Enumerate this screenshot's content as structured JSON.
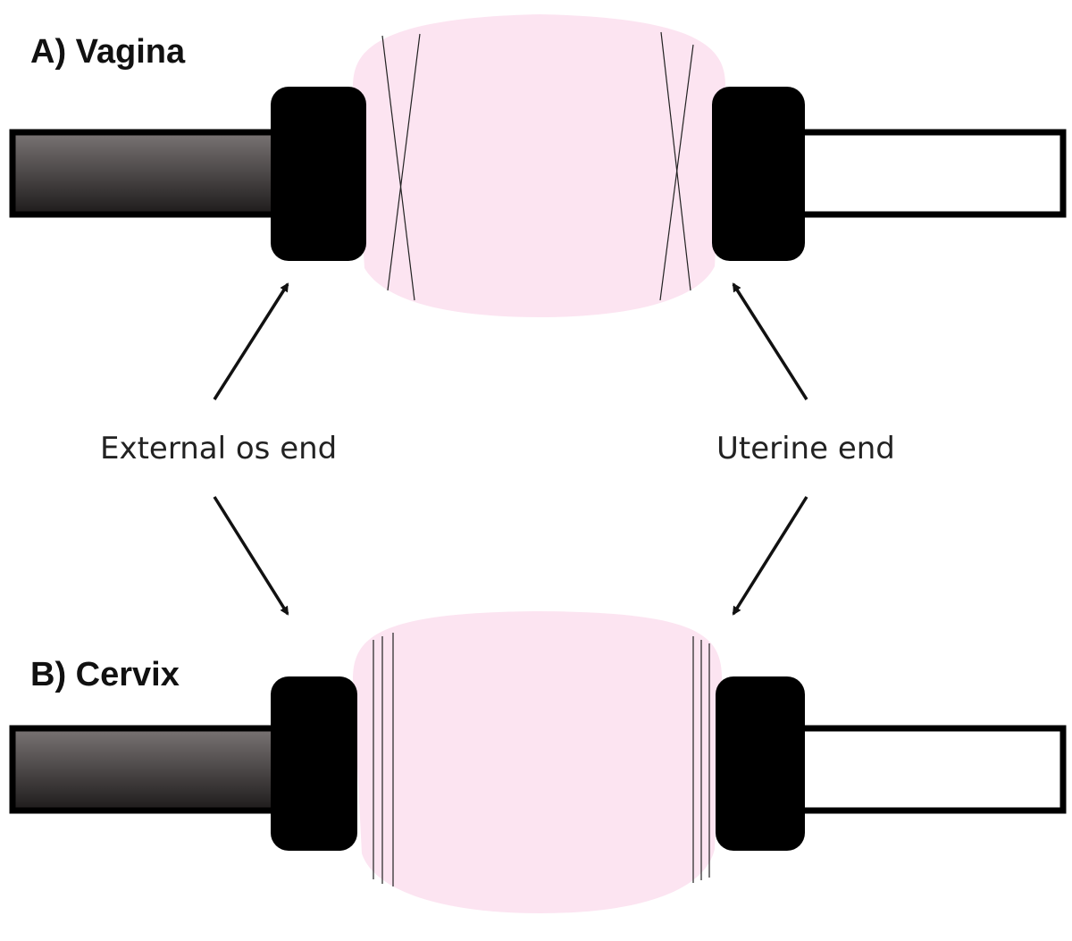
{
  "panels": [
    {
      "label": "A) Vagina"
    },
    {
      "label": "B) Cervix"
    }
  ],
  "annotations": {
    "left_label": "External os end",
    "right_label": "Uterine end"
  },
  "colors": {
    "tissue": "#fce4f1",
    "clamp": "#000000",
    "rod_dark_top": "#7a7474",
    "rod_dark_bottom": "#1e1b1b",
    "rod_light": "#ffffff",
    "line": "#111111"
  }
}
